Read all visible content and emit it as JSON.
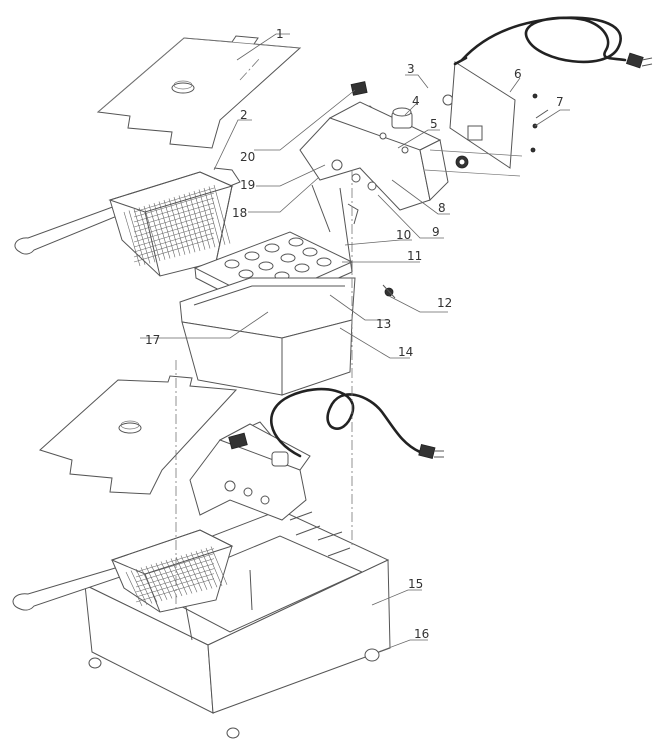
{
  "part_labels": [
    {
      "id": "1",
      "text": "1"
    },
    {
      "id": "2",
      "text": "2"
    },
    {
      "id": "3",
      "text": "3"
    },
    {
      "id": "4",
      "text": "4"
    },
    {
      "id": "5",
      "text": "5"
    },
    {
      "id": "6",
      "text": "6"
    },
    {
      "id": "7",
      "text": "7"
    },
    {
      "id": "8",
      "text": "8"
    },
    {
      "id": "9",
      "text": "9"
    },
    {
      "id": "10",
      "text": "10"
    },
    {
      "id": "11",
      "text": "11"
    },
    {
      "id": "12",
      "text": "12"
    },
    {
      "id": "13",
      "text": "13"
    },
    {
      "id": "14",
      "text": "14"
    },
    {
      "id": "15",
      "text": "15"
    },
    {
      "id": "16",
      "text": "16"
    },
    {
      "id": "17",
      "text": "17"
    },
    {
      "id": "18",
      "text": "18"
    },
    {
      "id": "19",
      "text": "19"
    },
    {
      "id": "20",
      "text": "20"
    }
  ],
  "colors": {
    "line": "#555555",
    "cord": "#222222",
    "label": "#333333",
    "background": "#ffffff"
  }
}
